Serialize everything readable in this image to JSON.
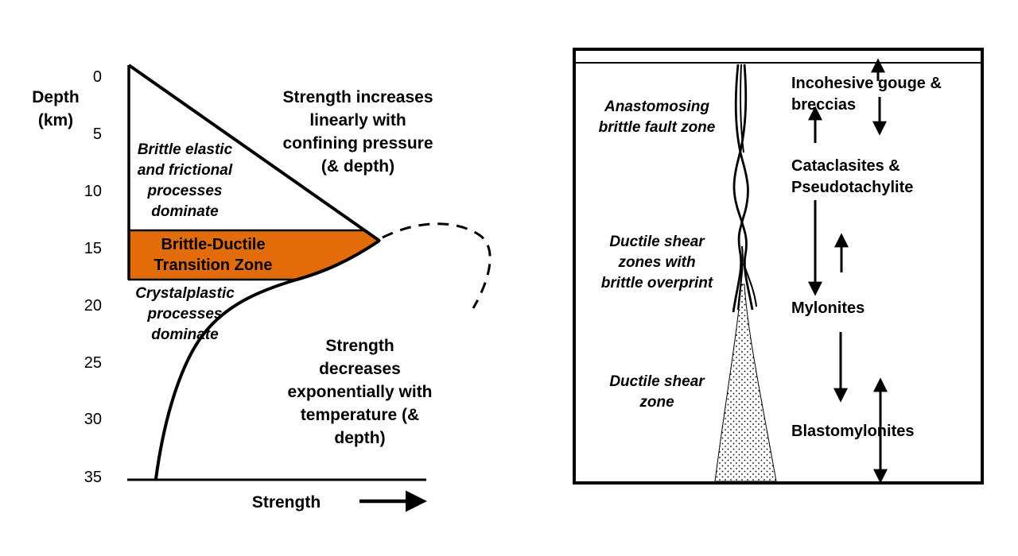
{
  "left": {
    "axis": {
      "depth_label": [
        "Depth",
        "(km)"
      ],
      "ticks": [
        "0",
        "5",
        "10",
        "15",
        "20",
        "25",
        "30",
        "35"
      ],
      "x_label": "Strength"
    },
    "annotations": {
      "upper": [
        "Strength increases",
        "linearly with",
        "confining pressure",
        "(& depth)"
      ],
      "brittle": [
        "Brittle elastic",
        "and frictional",
        "processes",
        "dominate"
      ],
      "transition": [
        "Brittle-Ductile",
        "Transition Zone"
      ],
      "crystalplastic": [
        "Crystalplastic",
        "processes",
        "dominate"
      ],
      "lower": [
        "Strength",
        "decreases",
        "exponentially with",
        "temperature (&",
        "depth)"
      ]
    },
    "colors": {
      "transition_fill": "#E36C0A",
      "line": "#000000"
    }
  },
  "right": {
    "zone_labels": {
      "anastomosing": [
        "Anastomosing",
        "brittle fault zone"
      ],
      "ductile_overprint": [
        "Ductile shear",
        "zones with",
        "brittle overprint"
      ],
      "ductile": [
        "Ductile shear",
        "zone"
      ]
    },
    "rock_labels": {
      "gouge": [
        "Incohesive gouge &",
        "breccias"
      ],
      "cataclasites": [
        "Cataclasites &",
        "Pseudotachylite"
      ],
      "mylonites": "Mylonites",
      "blastomylonites": "Blastomylonites"
    }
  }
}
